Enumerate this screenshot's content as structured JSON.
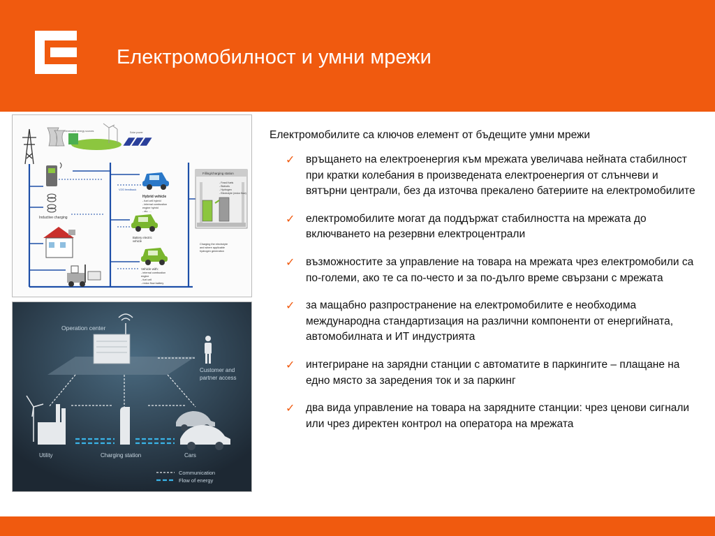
{
  "header": {
    "title": "Електромобилност и умни мрежи"
  },
  "colors": {
    "brand_orange": "#f05a0f",
    "diagram_blue": "#1e4fa8",
    "dark_panel": "#24313d",
    "flow_cyan": "#3ab4e8"
  },
  "diagram_top": {
    "icon_labels": [
      "Renewable energy sources",
      "Solar power"
    ],
    "inductive_label": "Inductive charging",
    "feedback_label": "V2G feedback",
    "hybrid_title": "Hybrid vehicle",
    "hybrid_items": [
      "- fuel cell hybrid",
      "- internal combustion",
      "  engine hybrid",
      "- etc. ..."
    ],
    "battery_title": "Battery electric",
    "battery_sub": "vehicle",
    "vehicle_title": "Vehicle with:",
    "vehicle_items": [
      "- internal combustion",
      "  engine",
      "- fuel cell",
      "- redox flow battery"
    ],
    "station_title": "Filling/charging station",
    "station_items": [
      "- Fossil fuels",
      "- Biofuels",
      "- Hydrogen",
      "- Electrolyte (redox flow)"
    ],
    "electrolyte_label": [
      "Charging the electrolyte",
      "and where applicable",
      "hydrogen generation"
    ]
  },
  "diagram_bottom": {
    "operation_center": "Operation center",
    "customer_access": [
      "Customer and",
      "partner access"
    ],
    "utility": "Utility",
    "charging_station": "Charging station",
    "cars": "Cars",
    "legend_communication": "Communication",
    "legend_energy": "Flow of energy"
  },
  "content": {
    "intro": "Електромобилите са ключов елемент от бъдещите умни мрежи",
    "check_glyph": "✓",
    "bullets": [
      "връщането на електроенергия към мрежата увеличава нейната стабилност при кратки колебания в произведената електроенергия от слънчеви и вятърни централи, без да източва прекалено батериите на електромобилите",
      "електромобилите могат да поддържат стабилността на мрежата до включването на резервни електроцентрали",
      "възможностите за управление на товара на мрежата чрез електромобили са по-големи, ако те са по-често и за по-дълго време свързани с мрежата",
      "за мащабно разпространение на електромобилите е необходима международна стандартизация на различни компоненти от енергийната, автомобилната и ИТ индустрията",
      "интегриране на зарядни станции с автоматите в паркингите – плащане на едно място за заредения ток и за паркинг",
      "два вида управление на товара на зарядните станции: чрез ценови сигнали или чрез директен контрол на оператора на мрежата"
    ]
  }
}
